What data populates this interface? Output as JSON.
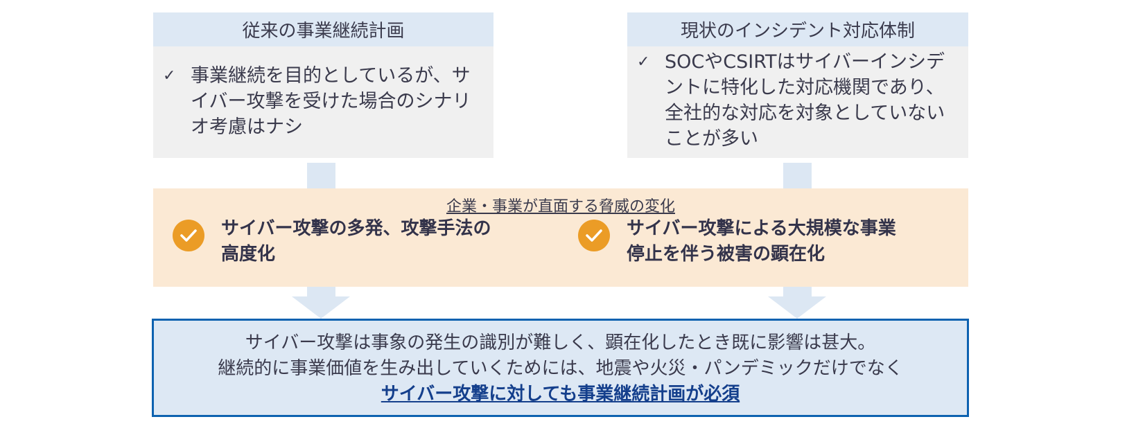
{
  "left_card": {
    "title": "従来の事業継続計画",
    "bullet_icon": "checkmark-icon",
    "bullet_lines": [
      "事業継続を目的としているが、サ",
      "イバー攻撃を受けた場合のシナリ",
      "オ考慮はナシ"
    ]
  },
  "right_card": {
    "title": "現状のインシデント対応体制",
    "bullet_icon": "checkmark-icon",
    "bullet_lines": [
      "SOCやCSIRTはサイバーインシデ",
      "ントに特化した対応機関であり、",
      "全社的な対応を対象としていない",
      "ことが多い"
    ]
  },
  "threat_band": {
    "title": "企業・事業が直面する脅威の変化",
    "items": [
      {
        "icon": "check-circle-icon",
        "lines": [
          "サイバー攻撃の多発、攻撃手法の",
          "高度化"
        ]
      },
      {
        "icon": "check-circle-icon",
        "lines": [
          "サイバー攻撃による大規模な事業",
          "停止を伴う被害の顕在化"
        ]
      }
    ]
  },
  "conclusion": {
    "line1": "サイバー攻撃は事象の発生の識別が難しく、顕在化したとき既に影響は甚大。",
    "line2": "継続的に事業価値を生み出していくためには、地震や火災・パンデミックだけでなく",
    "emphasis": "サイバー攻撃に対しても事業継続計画が必須"
  },
  "colors": {
    "card_header": "#dde8f4",
    "card_body": "#f0f0f0",
    "band": "#fbe9d4",
    "check_circle": "#eb9c26",
    "arrow": "#dce7f3",
    "conclusion_border": "#0d62b0",
    "emphasis_text": "#143f8c"
  }
}
